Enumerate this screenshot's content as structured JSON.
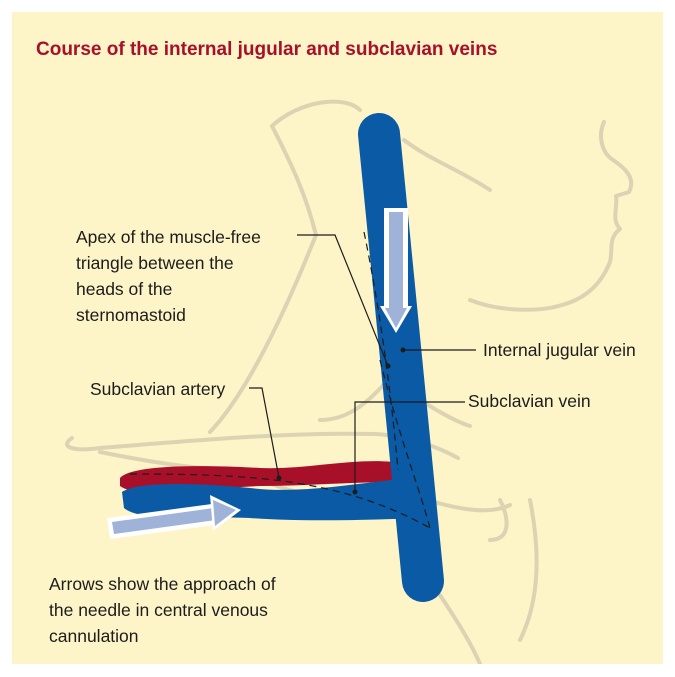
{
  "title": "Course of the internal jugular and subclavian veins",
  "labels": {
    "apex": [
      "Apex of the muscle-free",
      "triangle between the",
      "heads of the",
      "sternomastoid"
    ],
    "internal_jugular_vein": "Internal jugular vein",
    "subclavian_artery": "Subclavian artery",
    "subclavian_vein": "Subclavian vein",
    "caption": [
      "Arrows show the approach of",
      "the needle in central venous",
      "cannulation"
    ]
  },
  "colors": {
    "background": "#fdf4c8",
    "title": "#a8102a",
    "vein": "#0a5aa6",
    "artery": "#a8102a",
    "arrow": "#9fb3d9",
    "anatomy_outline": "#dcd3b3",
    "leader_line": "#1c1c1c"
  }
}
